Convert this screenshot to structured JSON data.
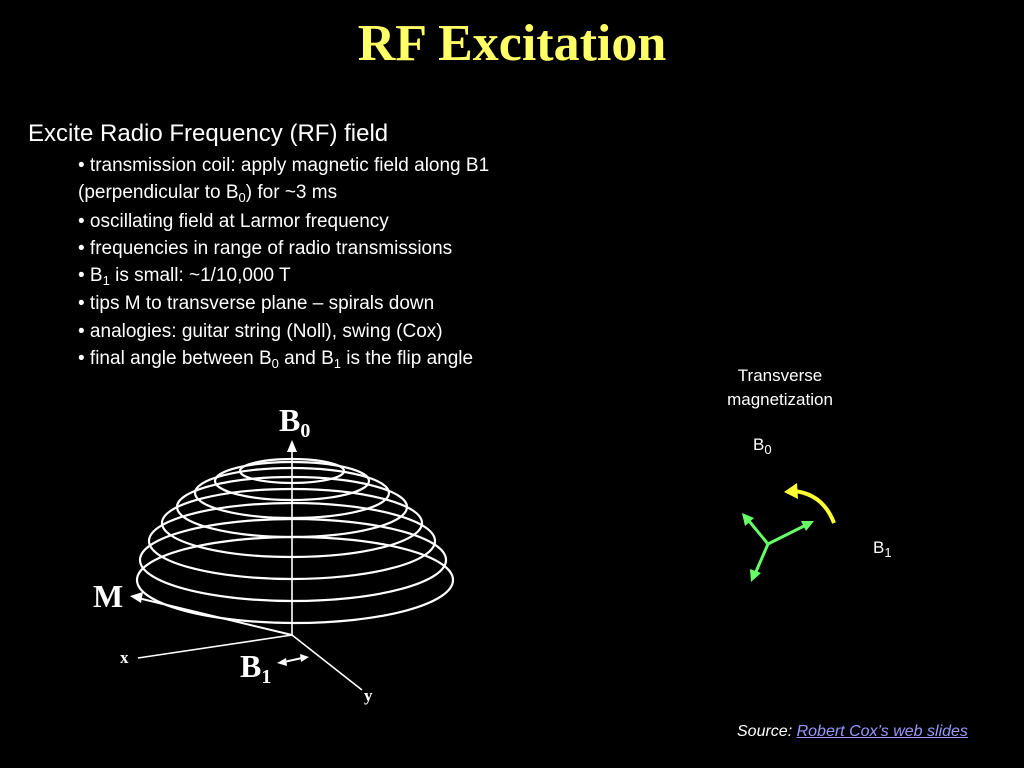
{
  "slide": {
    "title": "RF Excitation",
    "heading": "Excite Radio Frequency (RF) field",
    "bullets": {
      "b1_line1": "• transmission coil: apply magnetic field along B1",
      "b1_line2_pre": "(perpendicular to B",
      "b1_line2_sub": "0",
      "b1_line2_post": ") for ~3 ms",
      "b2": "• oscillating field at Larmor frequency",
      "b3": "• frequencies in range of radio transmissions",
      "b4_pre": "• B",
      "b4_sub": "1",
      "b4_post": " is small: ~1/10,000 T",
      "b5": "• tips M to transverse plane – spirals down",
      "b6": "• analogies: guitar string (Noll), swing (Cox)",
      "b7_pre": "• final angle between B",
      "b7_sub0": "0",
      "b7_mid": " and B",
      "b7_sub1": "1",
      "b7_post": " is the flip angle"
    }
  },
  "left_diagram": {
    "b0_main": "B",
    "b0_sub": "0",
    "m_label": "M",
    "x_label": "x",
    "y_label": "y",
    "b1_main": "B",
    "b1_sub": "1"
  },
  "right_diagram": {
    "caption_line1": "Transverse",
    "caption_line2": "magnetization",
    "b0_main": "B",
    "b0_sub": "0",
    "b1_main": "B",
    "b1_sub": "1"
  },
  "source": {
    "prefix": "Source: ",
    "link_text": "Robert Cox’s web slides"
  },
  "colors": {
    "title": "#ffff66",
    "arrow_green": "#66ff66",
    "arrow_yellow": "#ffff33",
    "link": "#9999ff"
  }
}
